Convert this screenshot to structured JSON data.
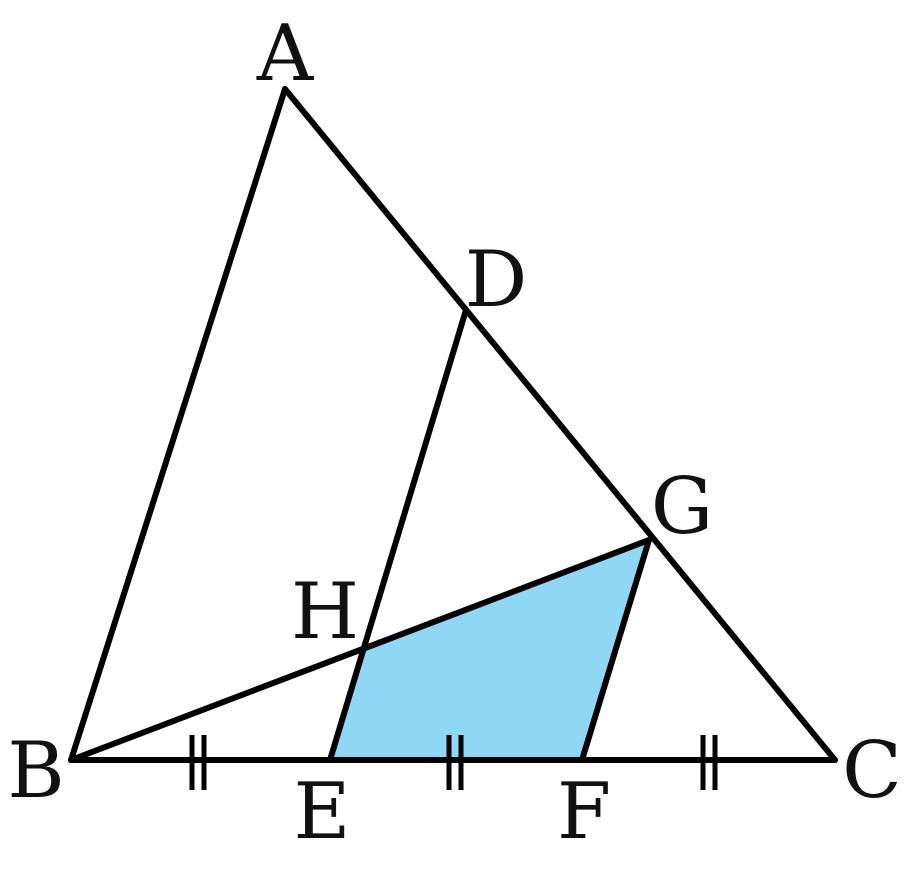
{
  "labels": {
    "A": "A",
    "B": "B",
    "C": "C",
    "D": "D",
    "E": "E",
    "F": "F",
    "G": "G",
    "H": "H"
  },
  "colors": {
    "stroke": "#000000",
    "fill": "#8fd7f5",
    "background": "#ffffff"
  }
}
